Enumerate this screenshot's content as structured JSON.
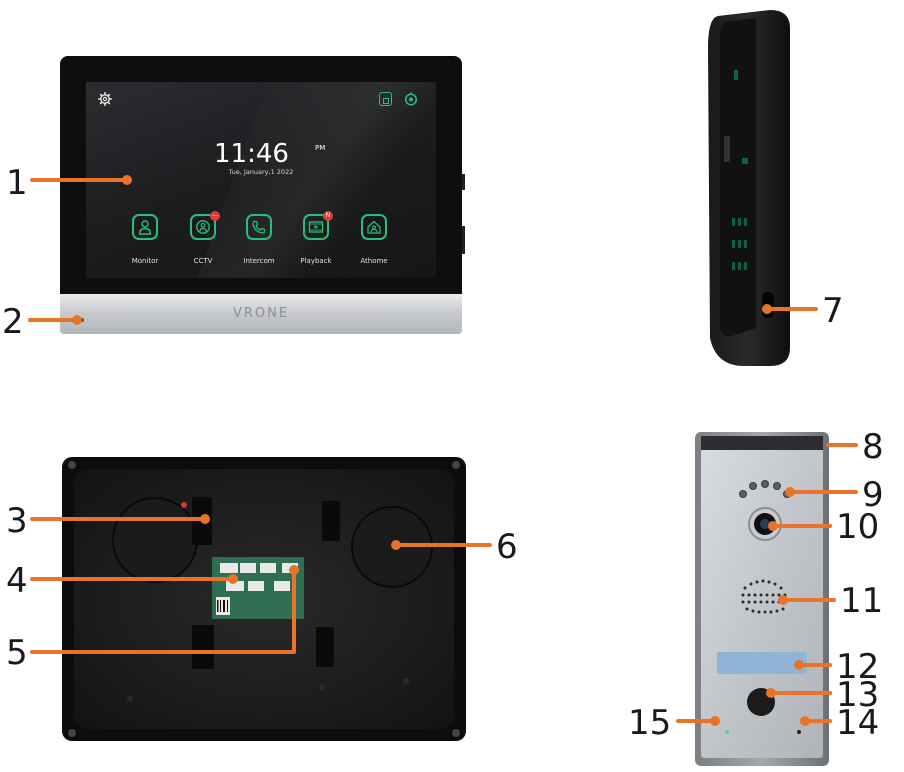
{
  "monitor_screen": {
    "time": "11:46",
    "ampm": "PM",
    "date": "Tue, January,1 2022",
    "apps": [
      {
        "label": "Monitor",
        "icon": "user-icon"
      },
      {
        "label": "CCTV",
        "icon": "camera-user-icon",
        "badge": "—"
      },
      {
        "label": "Intercom",
        "icon": "phone-icon"
      },
      {
        "label": "Playback",
        "icon": "film-icon",
        "badge": "N"
      },
      {
        "label": "Athome",
        "icon": "home-icon"
      }
    ],
    "brand": "VRONE"
  },
  "callouts": [
    "1",
    "2",
    "3",
    "4",
    "5",
    "6",
    "7",
    "8",
    "9",
    "10",
    "11",
    "12",
    "13",
    "14",
    "15"
  ],
  "colors": {
    "callout_line": "#e8742c",
    "accent_green": "#27c07a",
    "badge_red": "#e53935"
  }
}
